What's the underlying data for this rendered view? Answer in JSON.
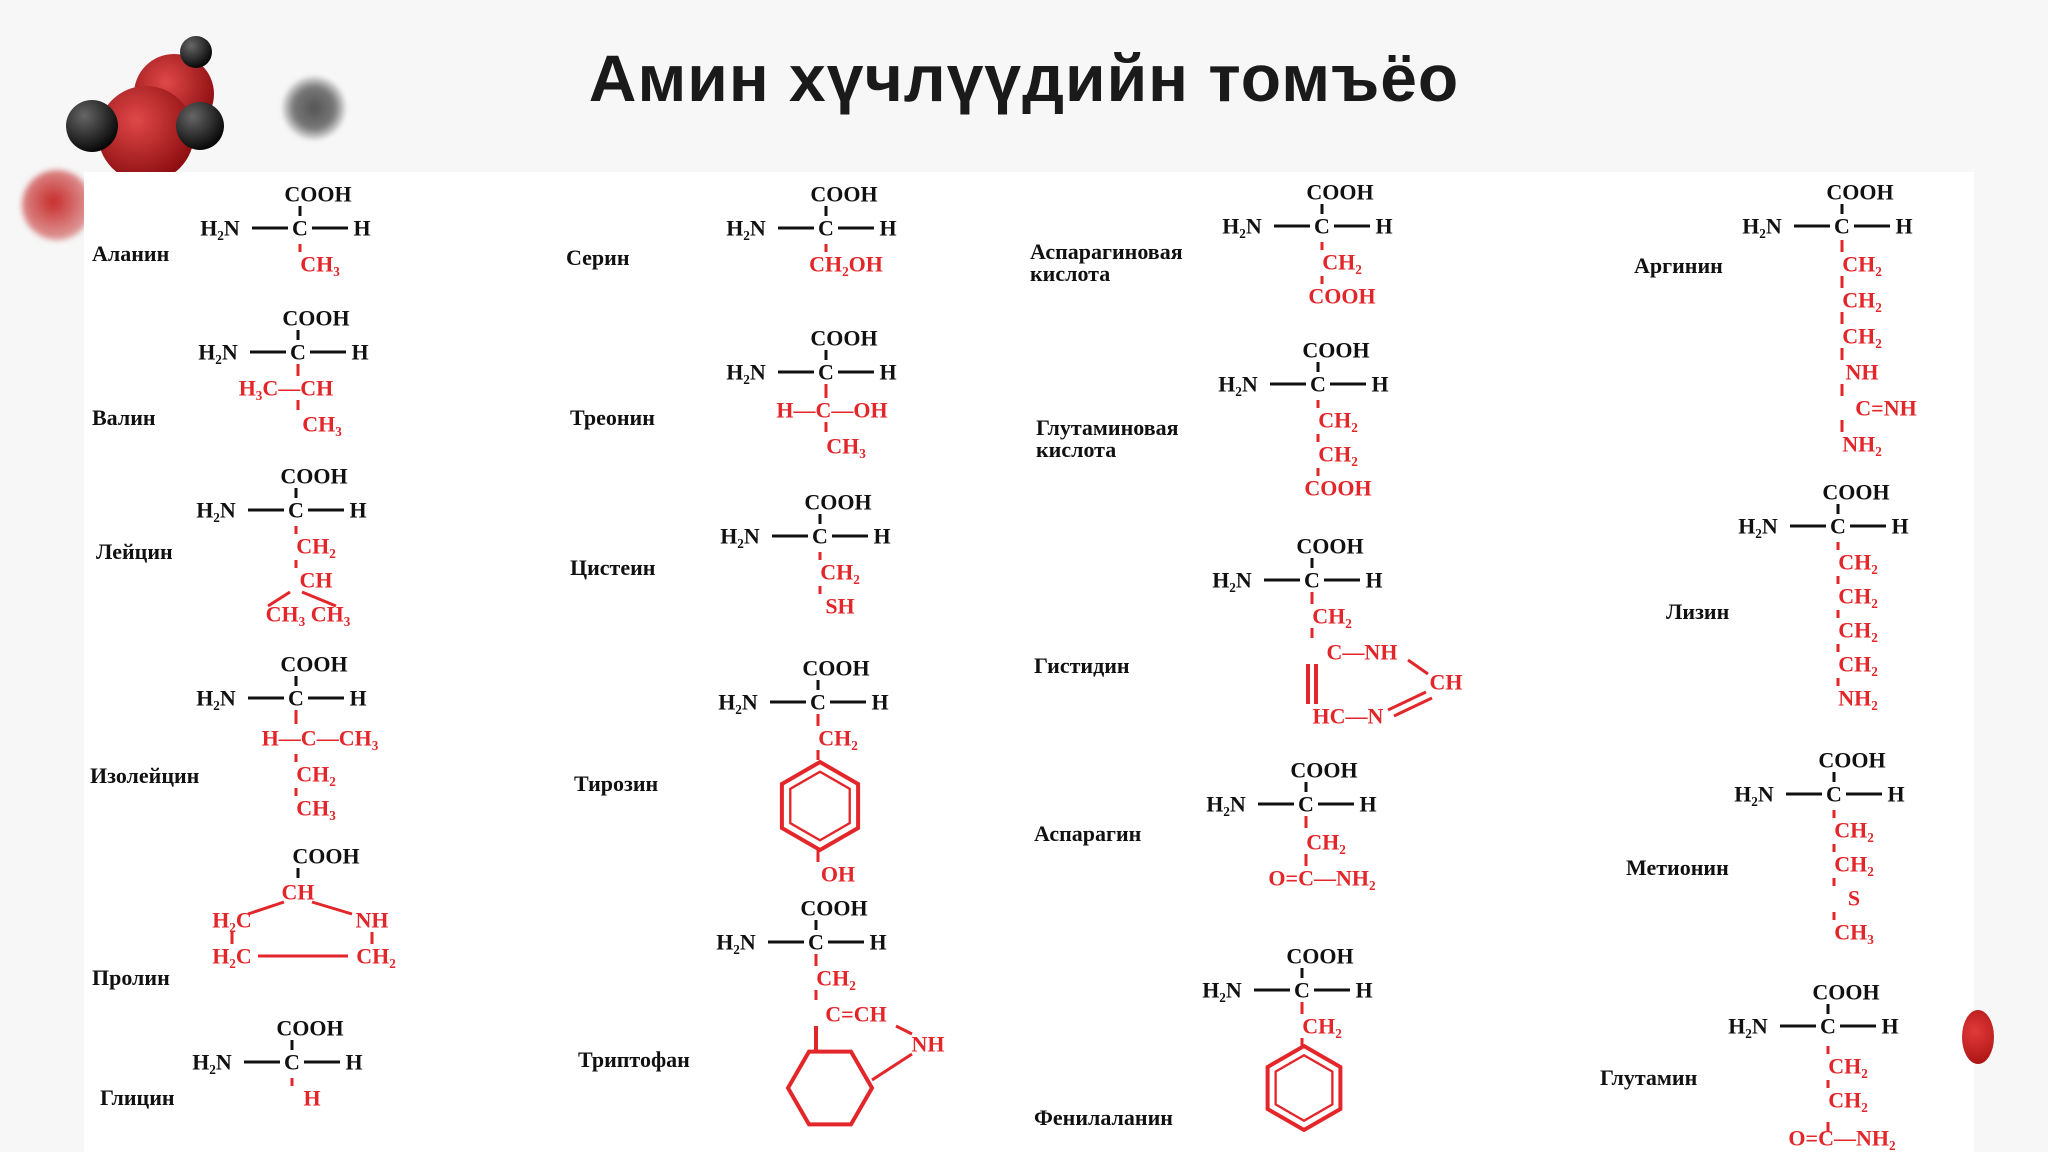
{
  "title": "Амин хүчлүүдийн томъёо",
  "colors": {
    "backbone": "#111111",
    "side_chain": "#e3262a",
    "title": "#1a1a1a",
    "logo_red": "#c0161c"
  },
  "icons": {
    "logo": "molecule-logo-icon"
  },
  "columns": [
    [
      {
        "name": [
          "Аланин"
        ],
        "side": [
          "CH₃"
        ]
      },
      {
        "name": [
          "Валин"
        ],
        "side": [
          "H₃C—CH",
          "CH₃"
        ]
      },
      {
        "name": [
          "Лейцин"
        ],
        "side": [
          "CH₂",
          "CH",
          "CH₃  CH₃"
        ]
      },
      {
        "name": [
          "Изолейцин"
        ],
        "side": [
          "H—C—CH₃",
          "CH₂",
          "CH₃"
        ]
      },
      {
        "name": [
          "Пролин"
        ],
        "side": [
          "CH",
          "H₂C   NH",
          "H₂C — CH₂"
        ]
      },
      {
        "name": [
          "Глицин"
        ],
        "side": [
          "H"
        ]
      }
    ],
    [
      {
        "name": [
          "Серин"
        ],
        "side": [
          "CH₂OH"
        ]
      },
      {
        "name": [
          "Треонин"
        ],
        "side": [
          "H—C—OH",
          "CH₃"
        ]
      },
      {
        "name": [
          "Цистеин"
        ],
        "side": [
          "CH₂",
          "SH"
        ]
      },
      {
        "name": [
          "Тирозин"
        ],
        "side": [
          "CH₂",
          "OH"
        ]
      },
      {
        "name": [
          "Триптофан"
        ],
        "side": [
          "CH₂",
          "C=CH",
          "NH"
        ]
      }
    ],
    [
      {
        "name": [
          "Аспарагиновая",
          "кислота"
        ],
        "side": [
          "CH₂",
          "COOH"
        ]
      },
      {
        "name": [
          "Глутаминовая",
          "кислота"
        ],
        "side": [
          "CH₂",
          "CH₂",
          "COOH"
        ]
      },
      {
        "name": [
          "Гистидин"
        ],
        "side": [
          "CH₂",
          "C—NH",
          "CH",
          "HC—N"
        ]
      },
      {
        "name": [
          "Аспарагин"
        ],
        "side": [
          "CH₂",
          "O=C—NH₂"
        ]
      },
      {
        "name": [
          "Фенилаланин"
        ],
        "side": [
          "CH₂"
        ]
      }
    ],
    [
      {
        "name": [
          "Аргинин"
        ],
        "side": [
          "CH₂",
          "CH₂",
          "CH₂",
          "NH",
          "C=NH",
          "NH₂"
        ]
      },
      {
        "name": [
          "Лизин"
        ],
        "side": [
          "CH₂",
          "CH₂",
          "CH₂",
          "CH₂",
          "NH₂"
        ]
      },
      {
        "name": [
          "Метионин"
        ],
        "side": [
          "CH₂",
          "CH₂",
          "S",
          "CH₃"
        ]
      },
      {
        "name": [
          "Глутамин"
        ],
        "side": [
          "CH₂",
          "CH₂",
          "O=C—NH₂"
        ]
      }
    ]
  ],
  "core": {
    "carboxyl": "COOH",
    "amine": "H₂N",
    "alpha_carbon": "C",
    "hydrogen": "H"
  }
}
